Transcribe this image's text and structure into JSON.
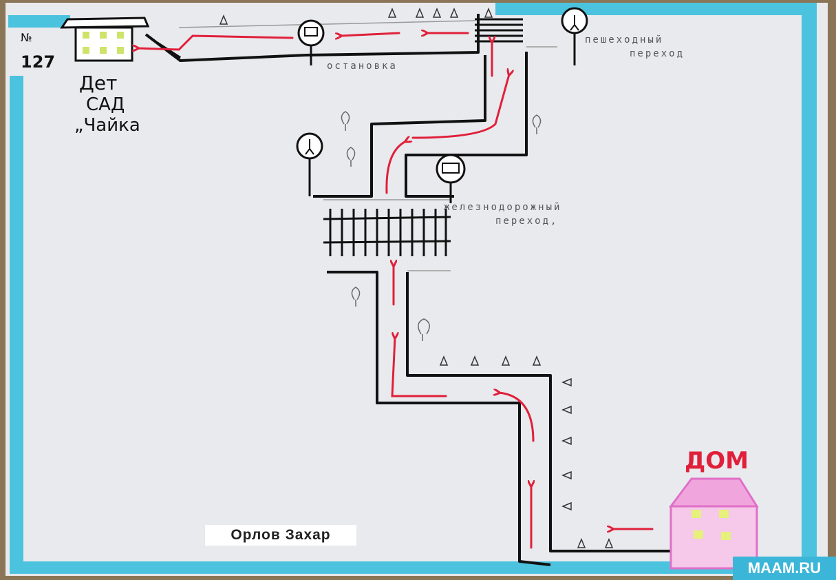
{
  "kindergarten": {
    "number_label": "№",
    "number": "127",
    "line1": "Дет",
    "line2": "САД",
    "line3": "„Чайка"
  },
  "labels": {
    "bus_stop": "остановка",
    "pedestrian_crossing_1": "пешеходный",
    "pedestrian_crossing_2": "переход",
    "railway_crossing_1": "железнодорожный",
    "railway_crossing_2": "переход,",
    "home": "ДОМ"
  },
  "author": "Орлов Захар",
  "watermark": "MAAM.RU",
  "colors": {
    "route": "#e0203a",
    "road": "#111111",
    "tape": "#4cc3de",
    "house": "#e070c8",
    "window": "#e6f07a"
  }
}
